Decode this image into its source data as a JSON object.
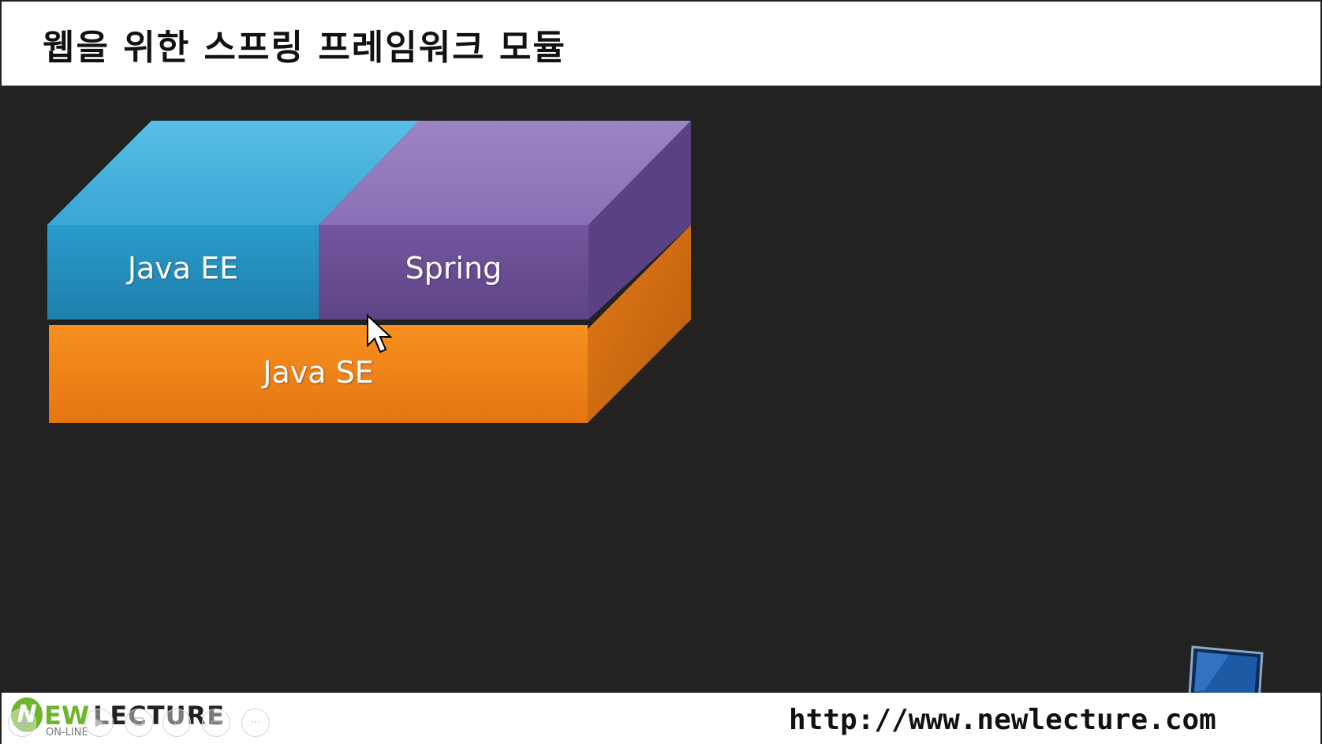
{
  "slide": {
    "title": "웹을 위한 스프링 프레임워크 모듈"
  },
  "diagram": {
    "blocks": [
      {
        "id": "java_ee",
        "label": "Java EE",
        "color": "#2a97c4"
      },
      {
        "id": "spring",
        "label": "Spring",
        "color": "#6a4c93"
      },
      {
        "id": "java_se",
        "label": "Java SE",
        "color": "#f08020"
      }
    ]
  },
  "footer": {
    "logo_n": "N",
    "logo_ew": "EW",
    "logo_lecture": "LECTURE",
    "logo_online": "ON-LINE",
    "url": "http://www.newlecture.com",
    "controls": [
      "prev-icon",
      "next-icon",
      "copy-icon",
      "zoom-icon",
      "screen-icon",
      "more-icon"
    ]
  }
}
